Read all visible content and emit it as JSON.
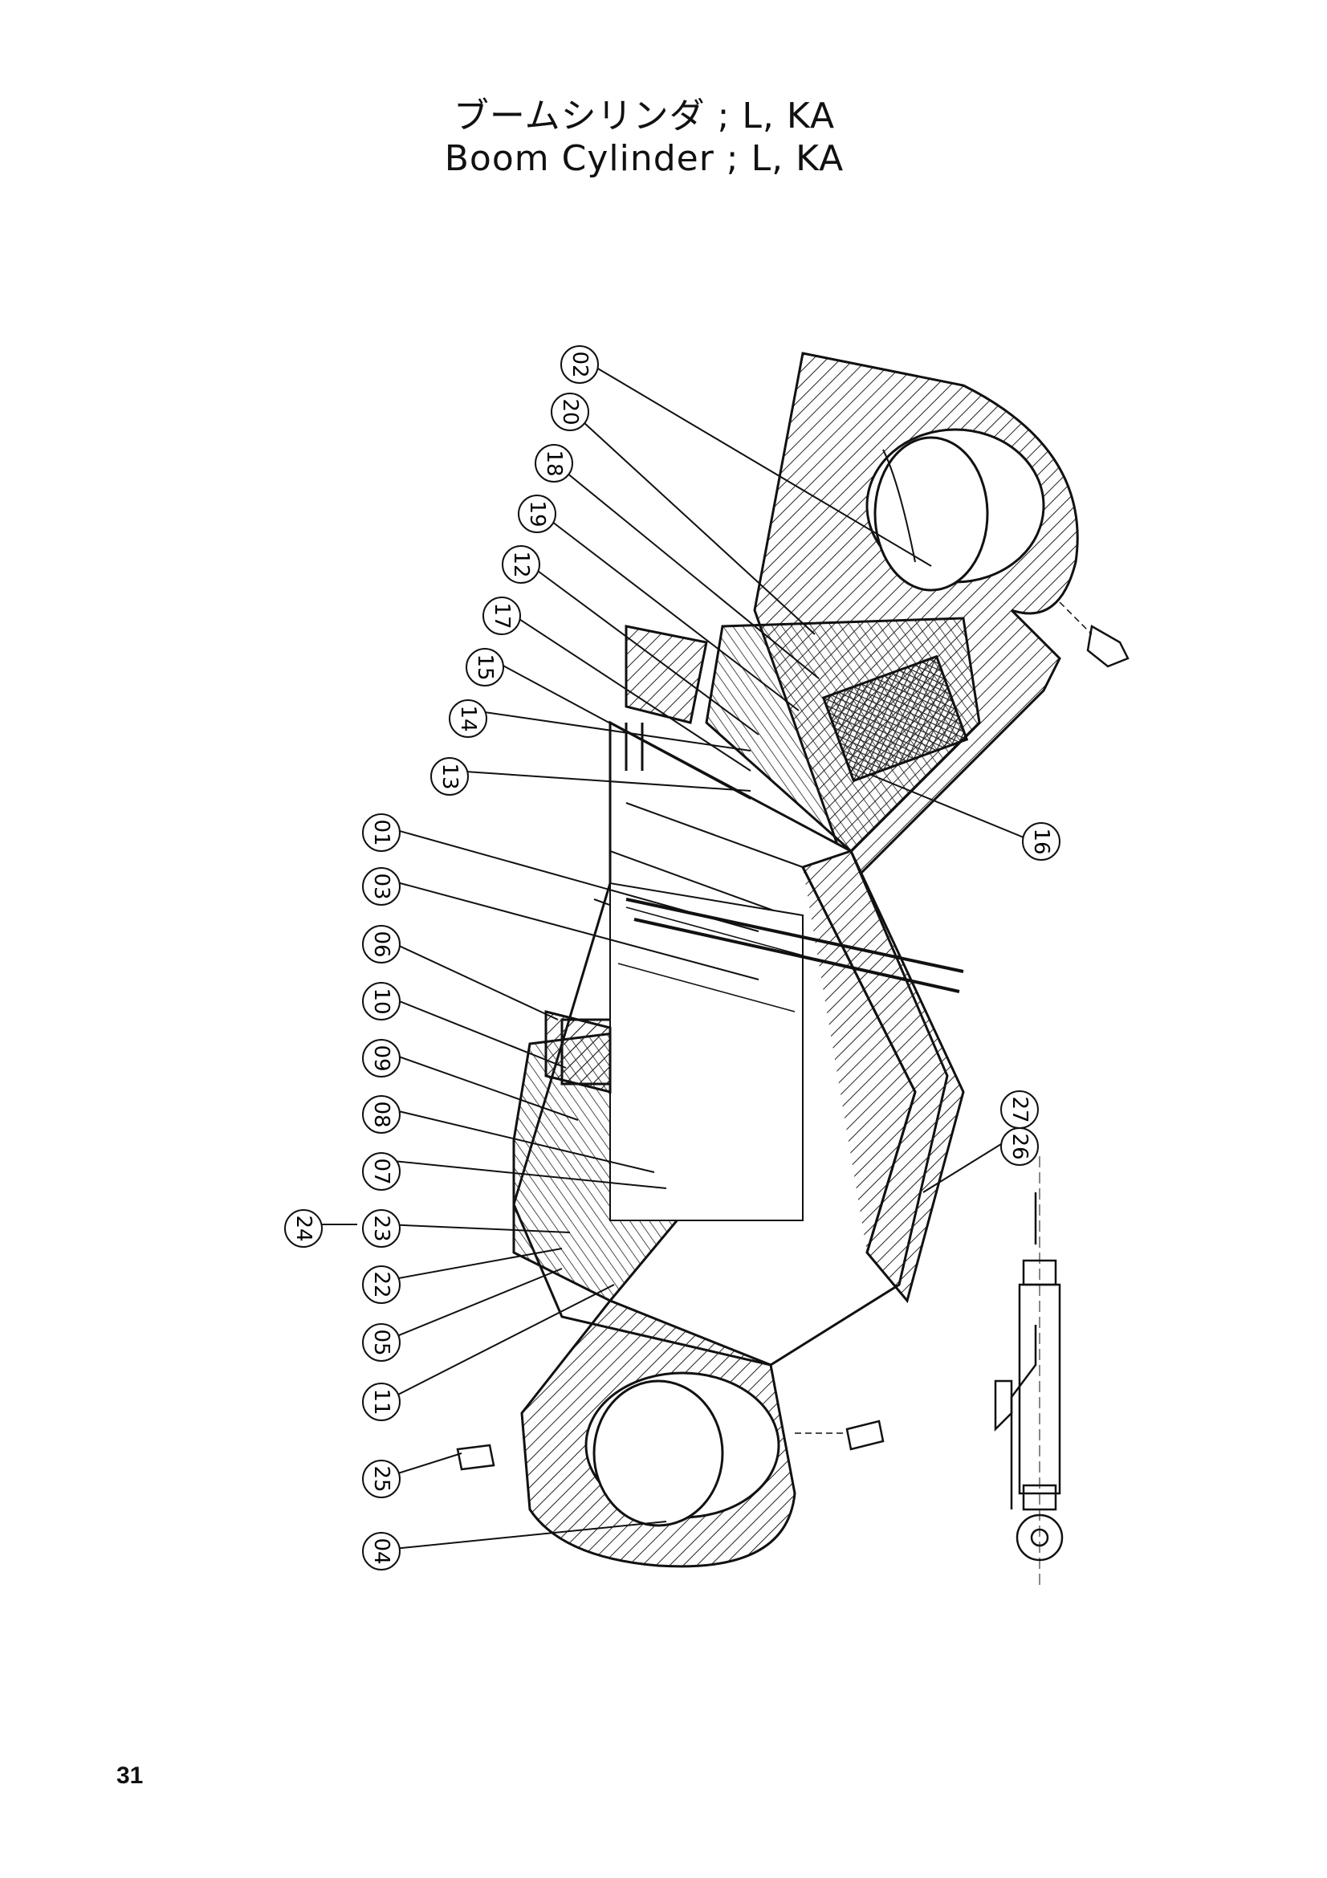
{
  "page": {
    "title_jp": "ブームシリンダ ; L, KA",
    "title_en": "Boom Cylinder ; L, KA",
    "page_number": "31"
  },
  "callouts": [
    {
      "label": "02"
    },
    {
      "label": "20"
    },
    {
      "label": "18"
    },
    {
      "label": "19"
    },
    {
      "label": "12"
    },
    {
      "label": "17"
    },
    {
      "label": "15"
    },
    {
      "label": "14"
    },
    {
      "label": "13"
    },
    {
      "label": "01"
    },
    {
      "label": "03"
    },
    {
      "label": "06"
    },
    {
      "label": "10"
    },
    {
      "label": "09"
    },
    {
      "label": "08"
    },
    {
      "label": "07"
    },
    {
      "label": "23"
    },
    {
      "label": "24"
    },
    {
      "label": "22"
    },
    {
      "label": "05"
    },
    {
      "label": "11"
    },
    {
      "label": "25"
    },
    {
      "label": "04"
    },
    {
      "label": "16"
    },
    {
      "label": "27"
    },
    {
      "label": "26"
    }
  ]
}
